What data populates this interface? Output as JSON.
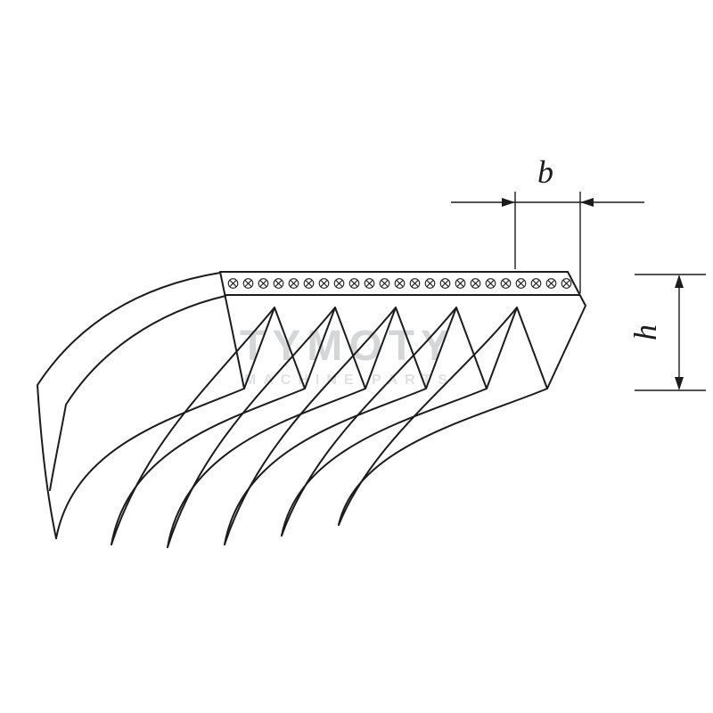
{
  "diagram": {
    "type": "technical-drawing",
    "subject": "poly-v ribbed belt cross-section with dimensions",
    "dimensions": {
      "width_label": "b",
      "height_label": "h"
    },
    "watermark": {
      "line1": "TYMOTY",
      "line2": "MACHINE PARTS"
    },
    "geometry": {
      "rib_count": 6,
      "groove_count": 5
    },
    "colors": {
      "background": "#ffffff",
      "line": "#1c1c1c",
      "watermark_primary": "#d4d6d8",
      "watermark_secondary": "#dfe1e3"
    }
  }
}
